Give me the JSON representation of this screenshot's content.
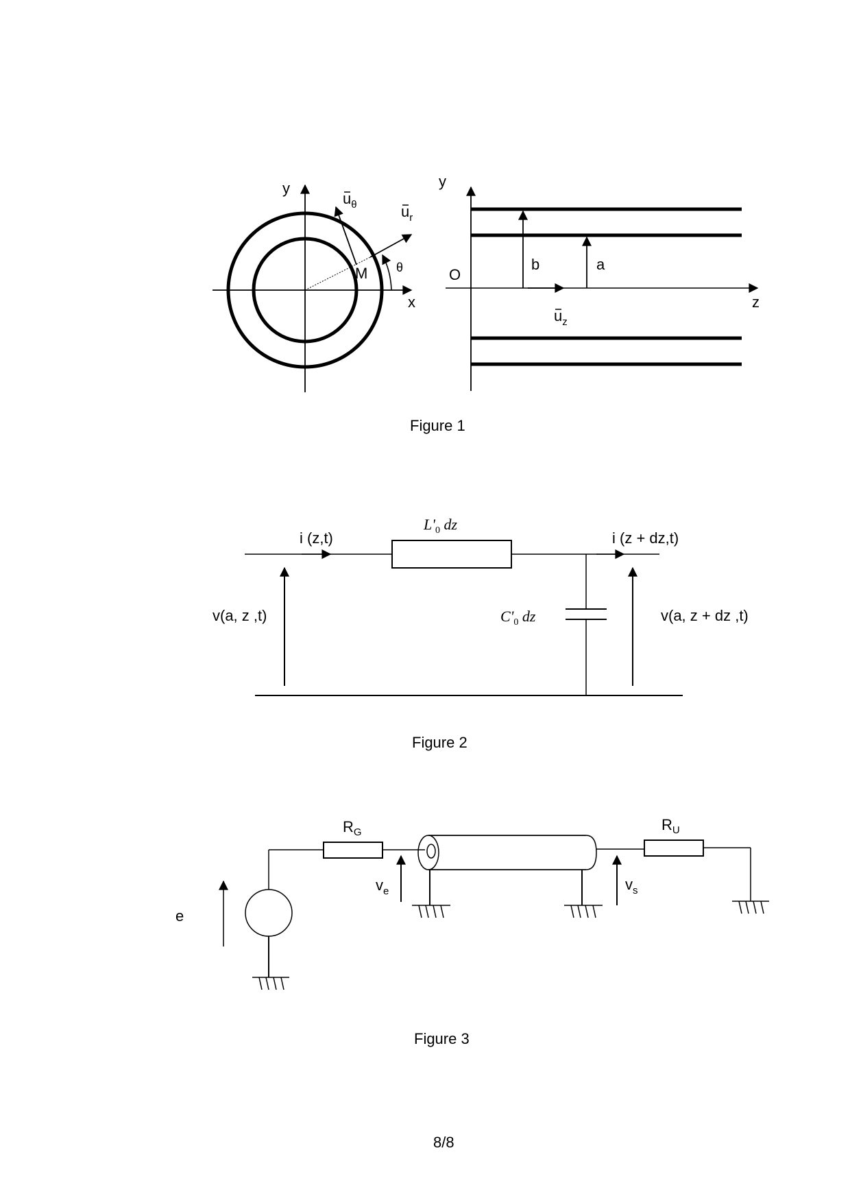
{
  "page": {
    "page_number": "8/8"
  },
  "figure1": {
    "caption": "Figure 1",
    "cross_section": {
      "axis_x": "x",
      "axis_y": "y",
      "point": "M",
      "angle": "θ",
      "u_theta": {
        "base": "u",
        "sub": "θ"
      },
      "u_r": {
        "base": "u",
        "sub": "r"
      }
    },
    "longitudinal": {
      "axis_y": "y",
      "axis_z": "z",
      "origin": "O",
      "radius_outer": "b",
      "radius_inner": "a",
      "u_z": {
        "base": "u",
        "sub": "z"
      }
    }
  },
  "figure2": {
    "caption": "Figure 2",
    "current_in": "i (z,t)",
    "current_out": "i (z + dz,t)",
    "inductor": {
      "sym": "L'",
      "sub": "0",
      "suffix": " dz"
    },
    "capacitor": {
      "sym": "C'",
      "sub": "0",
      "suffix": " dz"
    },
    "voltage_in": "v(a, z ,t)",
    "voltage_out": "v(a, z + dz ,t)"
  },
  "figure3": {
    "caption": "Figure 3",
    "source": "e",
    "r_gen": {
      "base": "R",
      "sub": "G"
    },
    "r_load": {
      "base": "R",
      "sub": "U"
    },
    "v_in": {
      "base": "v",
      "sub": "e"
    },
    "v_out": {
      "base": "v",
      "sub": "s"
    }
  }
}
